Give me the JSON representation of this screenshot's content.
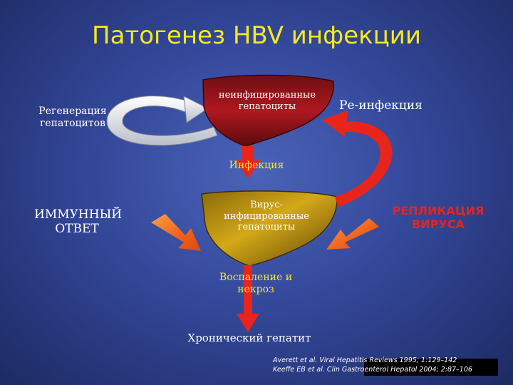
{
  "title": "Патогенез HBV инфекции",
  "labels": {
    "regeneration": "Регенерация гепатоцитов",
    "uninfected": "неинфицированные гепатоциты",
    "reinfection": "Ре-инфекция",
    "infection": "Инфекция",
    "immune": "ИММУННЫЙ ОТВЕТ",
    "infected": "Вирус-инфицированные гепатоциты",
    "replication": "РЕПЛИКАЦИЯ ВИРУСА",
    "inflammation": "Воспаление и некроз",
    "chronic": "Хронический гепатит"
  },
  "citations": [
    "Averett et al. Viral Hepatitis Reviews 1995; 1:129–142",
    "Keeffe EB et al. Clin Gastroenterol Hepatol 2004; 2:87–106"
  ],
  "colors": {
    "title": "#f5ea1a",
    "accent_red": "#e8241b",
    "arrow_orange": "#f26a1b",
    "liver_top": "#a3161c",
    "liver_bottom": "#c49a12"
  }
}
